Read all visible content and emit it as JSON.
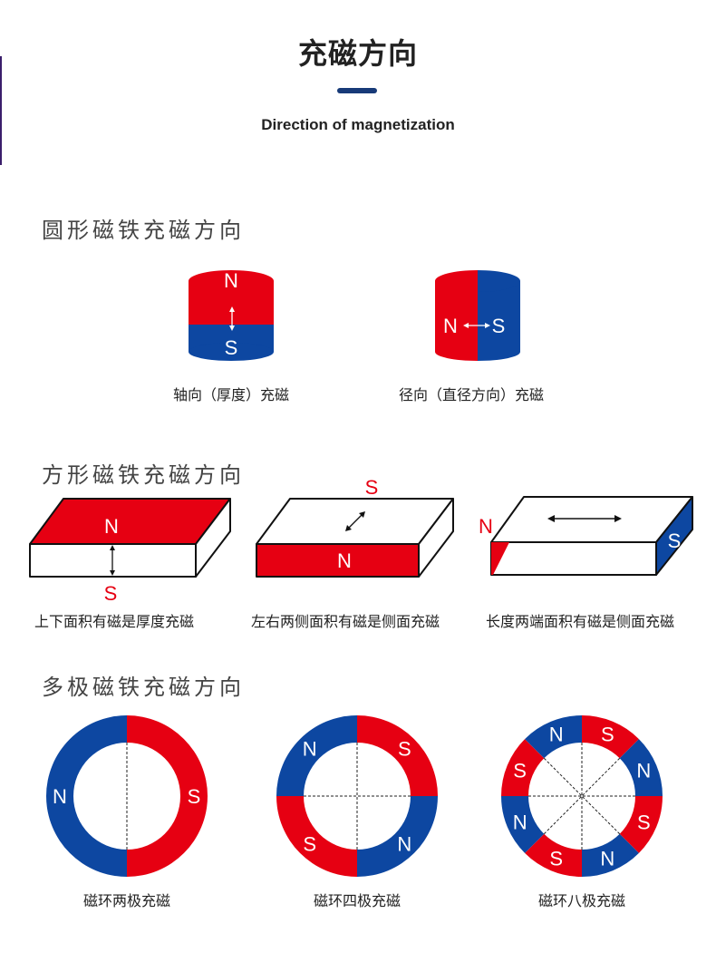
{
  "header": {
    "title": "充磁方向",
    "subtitle": "Direction of magnetization"
  },
  "colors": {
    "red": "#e60012",
    "blue": "#0d47a1",
    "navy_bar": "#173a78"
  },
  "poles": {
    "north": "N",
    "south": "S"
  },
  "sections": {
    "round": {
      "title": "圆形磁铁充磁方向",
      "items": [
        {
          "caption": "轴向（厚度）充磁"
        },
        {
          "caption": "径向（直径方向）充磁"
        }
      ]
    },
    "square": {
      "title": "方形磁铁充磁方向",
      "items": [
        {
          "caption": "上下面积有磁是厚度充磁"
        },
        {
          "caption": "左右两侧面积有磁是侧面充磁"
        },
        {
          "caption": "长度两端面积有磁是侧面充磁"
        }
      ]
    },
    "multipole": {
      "title": "多极磁铁充磁方向",
      "items": [
        {
          "caption": "磁环两极充磁",
          "poles": 2
        },
        {
          "caption": "磁环四极充磁",
          "poles": 4
        },
        {
          "caption": "磁环八极充磁",
          "poles": 8
        }
      ]
    }
  }
}
